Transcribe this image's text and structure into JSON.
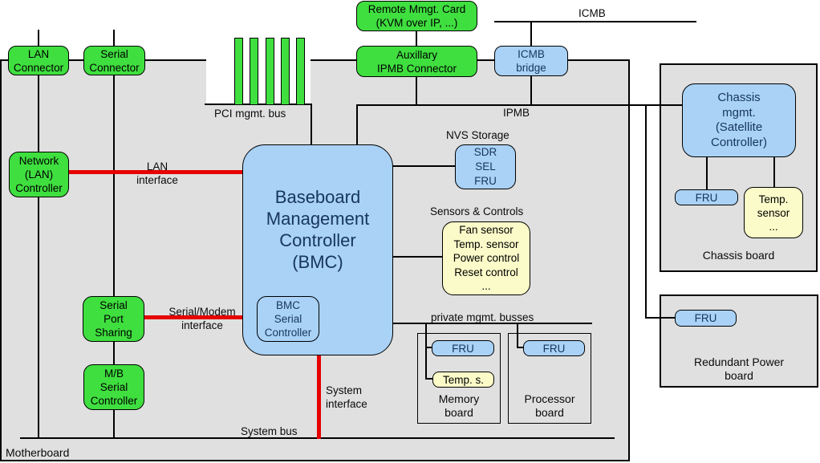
{
  "boards": {
    "motherboard": {
      "label": "Motherboard"
    },
    "chassis": {
      "label": "Chassis board"
    },
    "redundant_power": {
      "label": "Redundant Power\nboard"
    },
    "memory": {
      "label": "Memory\nboard"
    },
    "processor": {
      "label": "Processor\nboard"
    }
  },
  "nodes": {
    "lan_connector": {
      "label": "LAN\nConnector"
    },
    "serial_connector": {
      "label": "Serial\nConnector"
    },
    "remote_mgmt_card": {
      "label": "Remote Mmgt. Card\n(KVM over IP, ...)"
    },
    "aux_ipmb_connector": {
      "label": "Auxillary\nIPMB Connector"
    },
    "icmb_bridge": {
      "label": "ICMB\nbridge"
    },
    "network_lan_controller": {
      "label": "Network\n(LAN)\nController"
    },
    "bmc": {
      "label": "Baseboard\nManagement\nController\n(BMC)"
    },
    "bmc_serial_controller": {
      "label": "BMC\nSerial\nController"
    },
    "serial_port_sharing": {
      "label": "Serial\nPort\nSharing"
    },
    "mb_serial_controller": {
      "label": "M/B\nSerial\nController"
    },
    "nvs_storage_box": {
      "label": "SDR\nSEL\nFRU"
    },
    "sensors_box": {
      "label": "Fan sensor\nTemp. sensor\nPower control\nReset control\n..."
    },
    "chassis_mgmt": {
      "label": "Chassis\nmgmt.\n(Satellite\nController)"
    },
    "chassis_fru": {
      "label": "FRU"
    },
    "chassis_temp_sensor": {
      "label": "Temp.\nsensor\n..."
    },
    "memory_fru": {
      "label": "FRU"
    },
    "memory_temp_sensor": {
      "label": "Temp. s."
    },
    "processor_fru": {
      "label": "FRU"
    },
    "redundant_fru": {
      "label": "FRU"
    }
  },
  "labels": {
    "pci_mgmt_bus": "PCI mgmt. bus",
    "icmb": "ICMB",
    "ipmb": "IPMB",
    "nvs_storage": "NVS Storage",
    "sensors_controls": "Sensors & Controls",
    "lan_interface": "LAN\ninterface",
    "serial_modem_interface": "Serial/Modem\ninterface",
    "system_interface": "System\ninterface",
    "system_bus": "System bus",
    "private_mgmt_busses": "private mgmt. busses"
  },
  "colors": {
    "board_fill": "#e0e0e0",
    "green": "#3fdf3f",
    "blue": "#a9d2f6",
    "yellow": "#fbfbc9",
    "red_bus": "#e60000",
    "navy_text": "#17365d"
  }
}
